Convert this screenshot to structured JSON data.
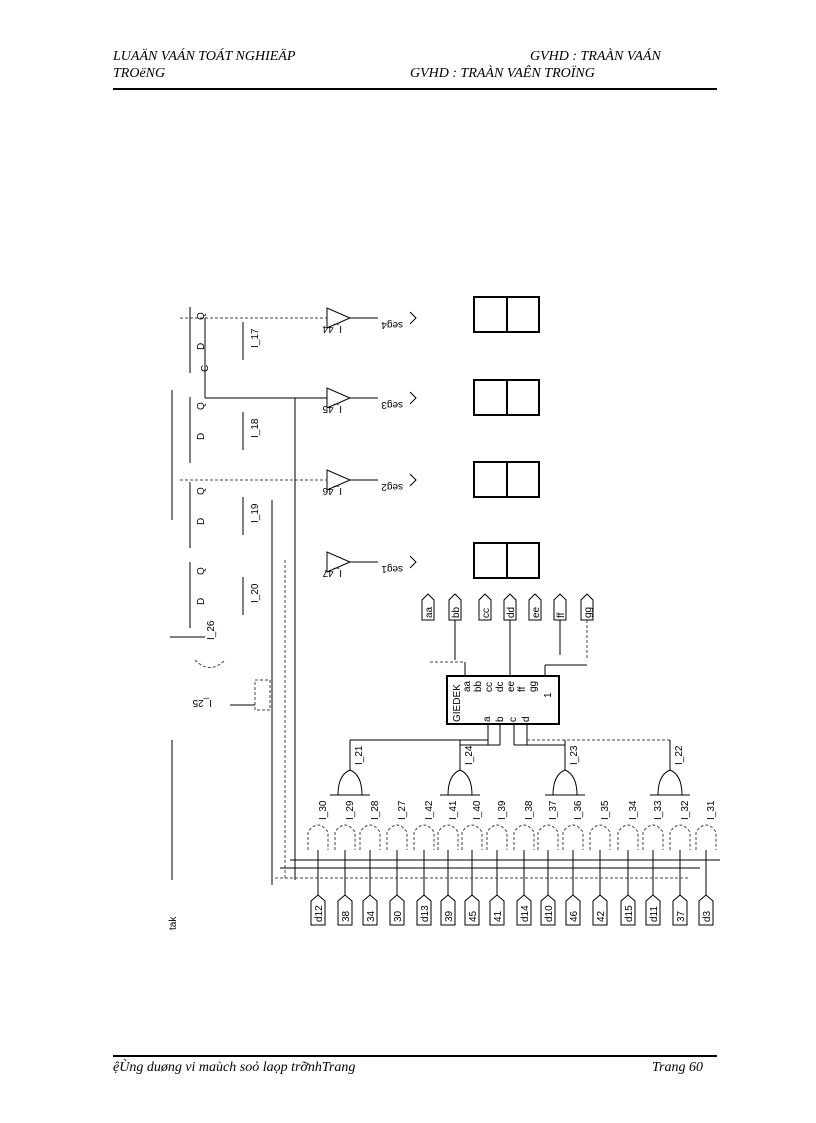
{
  "header": {
    "line1_left": "LUAÄN VAÁN TOÁT NGHIEÄP",
    "line1_right": "GVHD : TRAÀN VAÁN",
    "line2_left": "TROëNG",
    "line2_right": "GVHD : TRAÀN VAÊN TROÏNG"
  },
  "footer": {
    "left": "ệÙng duøng vi maùch soỏ laọp trỡnhTrang",
    "right": "Trang 60"
  },
  "schematic": {
    "flipflops": [
      "I_17",
      "I_18",
      "I_19",
      "I_20"
    ],
    "ff_pins": {
      "d": "D",
      "q": "Q",
      "c": "C"
    },
    "buffers": [
      "I_44",
      "I_45",
      "I_46",
      "I_47"
    ],
    "seg_outputs": [
      "seg4",
      "seg3",
      "seg2",
      "seg1"
    ],
    "misc_gates": [
      "I_25",
      "I_26"
    ],
    "decoder": {
      "name": "GIEDEK",
      "outputs": [
        "aa",
        "bb",
        "cc",
        "dc",
        "ee",
        "ff",
        "gg"
      ],
      "inputs": [
        "a",
        "b",
        "c",
        "d"
      ],
      "pin1": "1"
    },
    "decoder_ports": [
      "aa",
      "bb",
      "cc",
      "dd",
      "ee",
      "ff",
      "gg"
    ],
    "or_gates": [
      "I_21",
      "I_24",
      "I_23",
      "I_22"
    ],
    "and_gates": [
      "I_30",
      "I_29",
      "I_28",
      "I_27",
      "I_42",
      "I_41",
      "I_40",
      "I_39",
      "I_38",
      "I_37",
      "I_36",
      "I_35",
      "I_34",
      "I_33",
      "I_32",
      "I_31"
    ],
    "inputs": [
      "d12",
      "38",
      "34",
      "30",
      "d13",
      "39",
      "45",
      "41",
      "d14",
      "d10",
      "46",
      "42",
      "d15",
      "d11",
      "37",
      "d3"
    ],
    "clock_label": "tak"
  }
}
